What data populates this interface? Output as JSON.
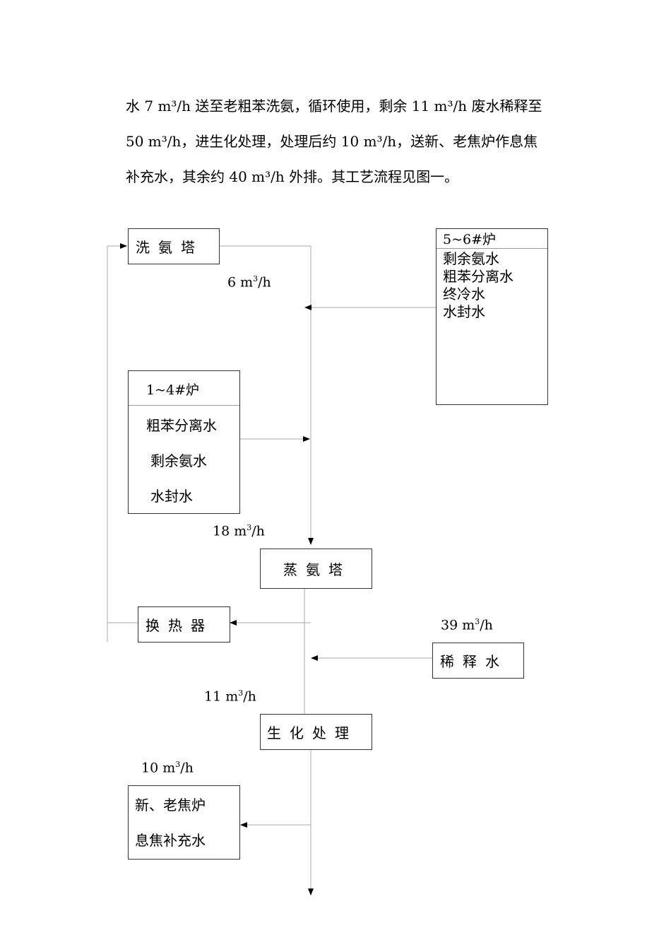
{
  "text": {
    "line1": "水 7 m³/h 送至老粗苯洗氨，循环使用，剩余 11 m³/h 废水稀释至",
    "line2": "50 m³/h，进生化处理，处理后约 10 m³/h，送新、老焦炉作息焦",
    "line3": "补充水，其余约 40 m³/h 外排。其工艺流程见图一。"
  },
  "diagram": {
    "wash_tower": "洗氨塔",
    "furnace56": {
      "title": "5~6#炉",
      "items": [
        "剩余氨水",
        "粗苯分离水",
        "终冷水",
        "水封水"
      ]
    },
    "furnace14": {
      "title": "1~4#炉",
      "items": [
        "粗苯分离水",
        "剩余氨水",
        "水封水"
      ]
    },
    "steam_tower": "蒸氨塔",
    "heat_exchanger": "换热器",
    "dilution_water": "稀释水",
    "biochem": "生化处理",
    "coke_oven": [
      "新、老焦炉",
      "息焦补充水"
    ],
    "flows": {
      "f6": "6 m",
      "f18": "18 m",
      "f39": "39 m",
      "f11": "11 m",
      "f10": "10 m",
      "unit_sup": "3",
      "unit_tail": "/h"
    }
  }
}
